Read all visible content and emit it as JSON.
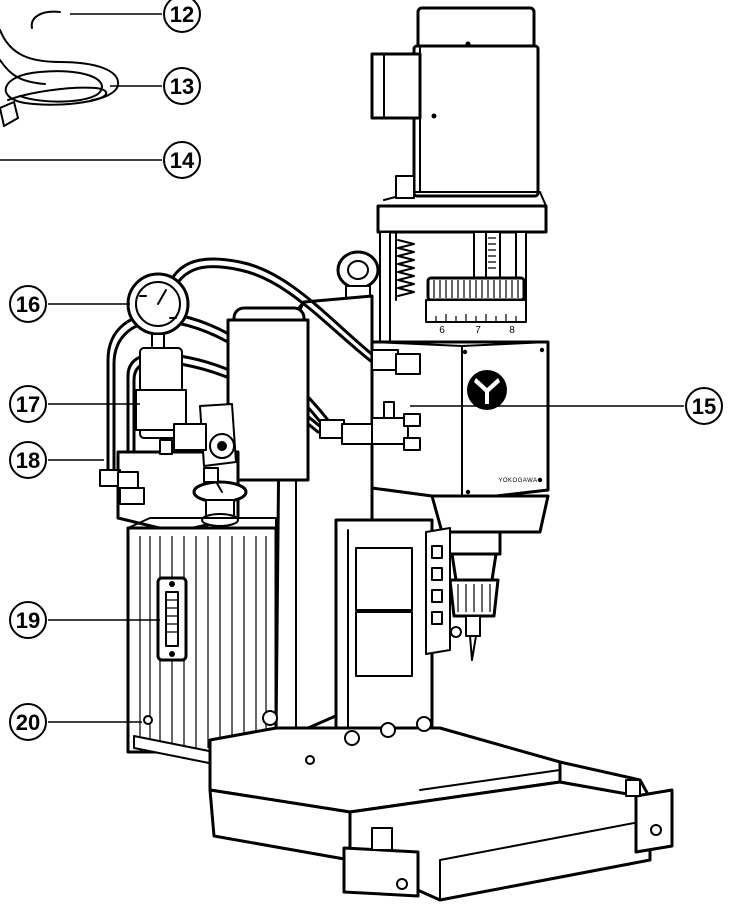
{
  "callouts": [
    {
      "id": "12",
      "label": "12"
    },
    {
      "id": "13",
      "label": "13"
    },
    {
      "id": "14",
      "label": "14"
    },
    {
      "id": "15",
      "label": "15"
    },
    {
      "id": "16",
      "label": "16"
    },
    {
      "id": "17",
      "label": "17"
    },
    {
      "id": "18",
      "label": "18"
    },
    {
      "id": "19",
      "label": "19"
    },
    {
      "id": "20",
      "label": "20"
    }
  ],
  "dial_scale": [
    "6",
    "7",
    "8"
  ],
  "brand_label": "YOKOGAWA",
  "logo": "yokogawa-logo",
  "colors": {
    "ink": "#000000",
    "paper": "#ffffff"
  }
}
